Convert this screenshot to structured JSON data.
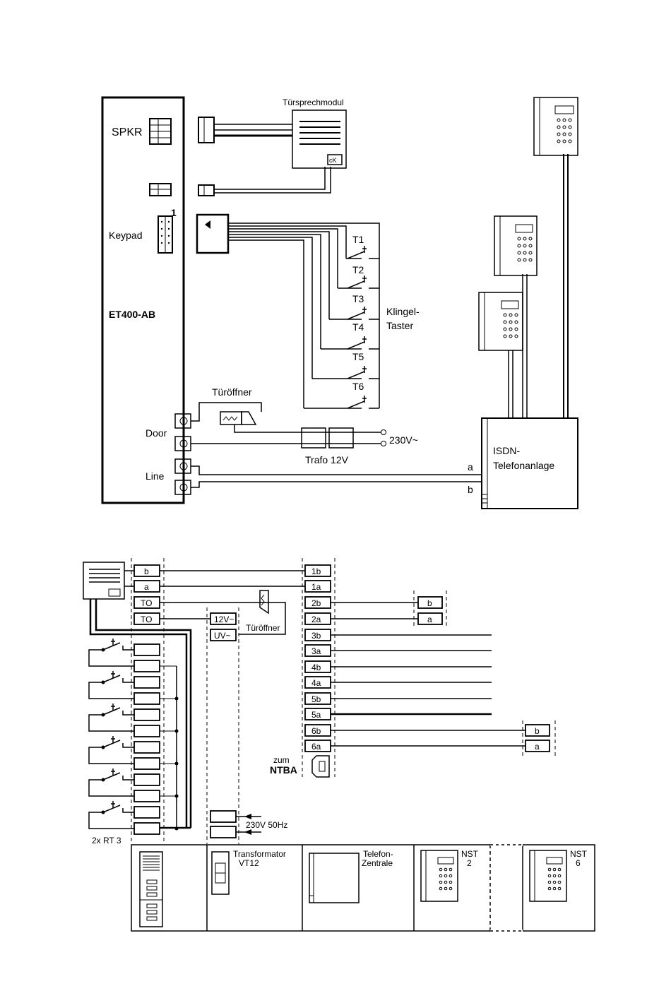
{
  "top": {
    "unit_label": "ET400-AB",
    "spkr_label": "SPKR",
    "keypad_label": "Keypad",
    "keypad_pin": "1",
    "door_label": "Door",
    "line_label": "Line",
    "door_module_label": "Türsprechmodul",
    "door_opener_label": "Türöffner",
    "trafo_label": "Trafo 12V",
    "mains_label": "230V~",
    "bell_label_1": "Klingel-",
    "bell_label_2": "Taster",
    "buttons": [
      "T1",
      "T2",
      "T3",
      "T4",
      "T5",
      "T6"
    ],
    "pbx_label_1": "ISDN-",
    "pbx_label_2": "Telefonanlage",
    "wire_a": "a",
    "wire_b": "b"
  },
  "bottom": {
    "left_terminals": [
      "b",
      "a",
      "TO",
      "TO"
    ],
    "supply_terminals": [
      "12V~",
      "UV~"
    ],
    "door_opener_label": "Türöffner",
    "rt_label": "2x RT 3",
    "mains_label": "230V 50Hz",
    "pbx_terminals": [
      "1b",
      "1a",
      "2b",
      "2a",
      "3b",
      "3a",
      "4b",
      "4a",
      "5b",
      "5a",
      "6b",
      "6a"
    ],
    "nst2_terminals": [
      "b",
      "a"
    ],
    "nst6_terminals": [
      "b",
      "a"
    ],
    "ntba_label_1": "zum",
    "ntba_label_2": "NTBA",
    "footer": {
      "transformer_1": "Transformator",
      "transformer_2": "VT12",
      "central_1": "Telefon-",
      "central_2": "Zentrale",
      "nst2_1": "NST",
      "nst2_2": "2",
      "nst6_1": "NST",
      "nst6_2": "6"
    }
  }
}
